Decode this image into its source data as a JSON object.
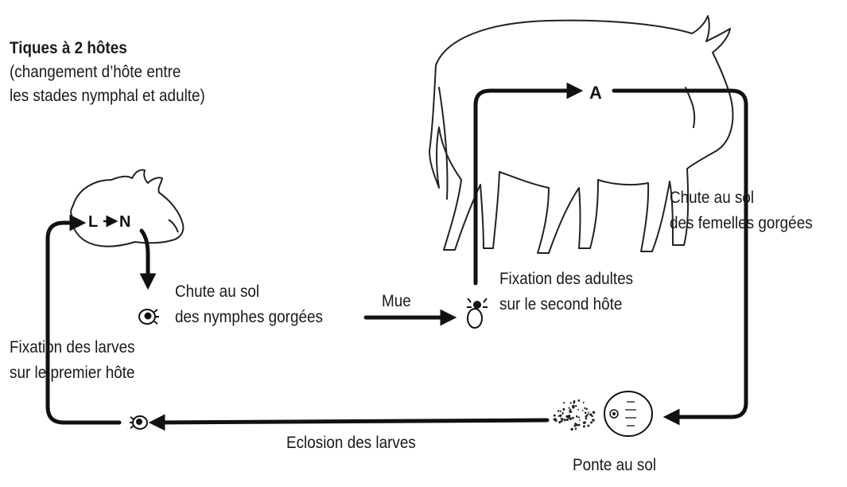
{
  "title": {
    "heading": "Tiques à 2 hôtes",
    "sub_line1": "(changement d’hôte entre",
    "sub_line2": "les stades nymphal et adulte)"
  },
  "labels": {
    "stage_A": "A",
    "stage_L": "L",
    "stage_N": "N",
    "chute_femelles_1": "Chute au sol",
    "chute_femelles_2": "des femelles gorgées",
    "chute_nymphes_1": "Chute au sol",
    "chute_nymphes_2": "des nymphes gorgées",
    "mue": "Mue",
    "fixation_adultes_1": "Fixation des adultes",
    "fixation_adultes_2": "sur le second hôte",
    "fixation_larves_1": "Fixation des larves",
    "fixation_larves_2": "sur le premier hôte",
    "eclosion": "Eclosion des larves",
    "ponte": "Ponte au sol"
  }
}
